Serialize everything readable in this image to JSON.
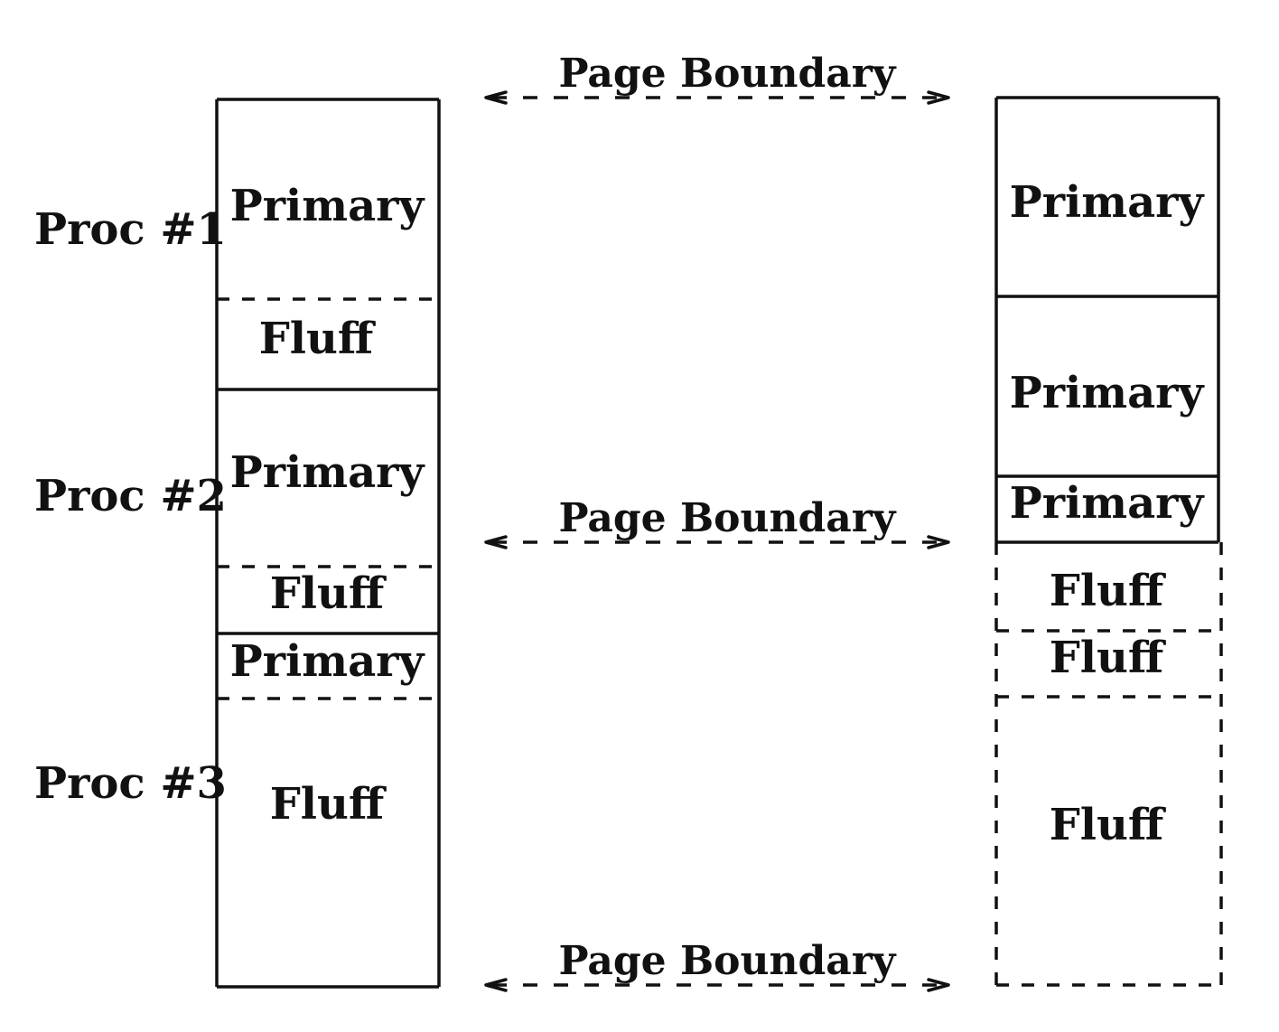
{
  "colors": {
    "ink": "#111111",
    "background": "#ffffff"
  },
  "proc_labels": [
    "Proc #1",
    "Proc #2",
    "Proc #3"
  ],
  "page_boundary_label": "Page Boundary",
  "left_column": {
    "segments": [
      {
        "label": "Primary",
        "style": "solid"
      },
      {
        "label": "Fluff",
        "style": "dashed"
      },
      {
        "label": "Primary",
        "style": "solid"
      },
      {
        "label": "Fluff",
        "style": "dashed"
      },
      {
        "label": "Primary",
        "style": "solid"
      },
      {
        "label": "Fluff",
        "style": "solid"
      }
    ]
  },
  "right_column": {
    "segments": [
      {
        "label": "Primary",
        "style": "solid"
      },
      {
        "label": "Primary",
        "style": "solid"
      },
      {
        "label": "Primary",
        "style": "solid"
      },
      {
        "label": "Fluff",
        "style": "dashed"
      },
      {
        "label": "Fluff",
        "style": "dashed"
      },
      {
        "label": "Fluff",
        "style": "dashed"
      }
    ]
  }
}
